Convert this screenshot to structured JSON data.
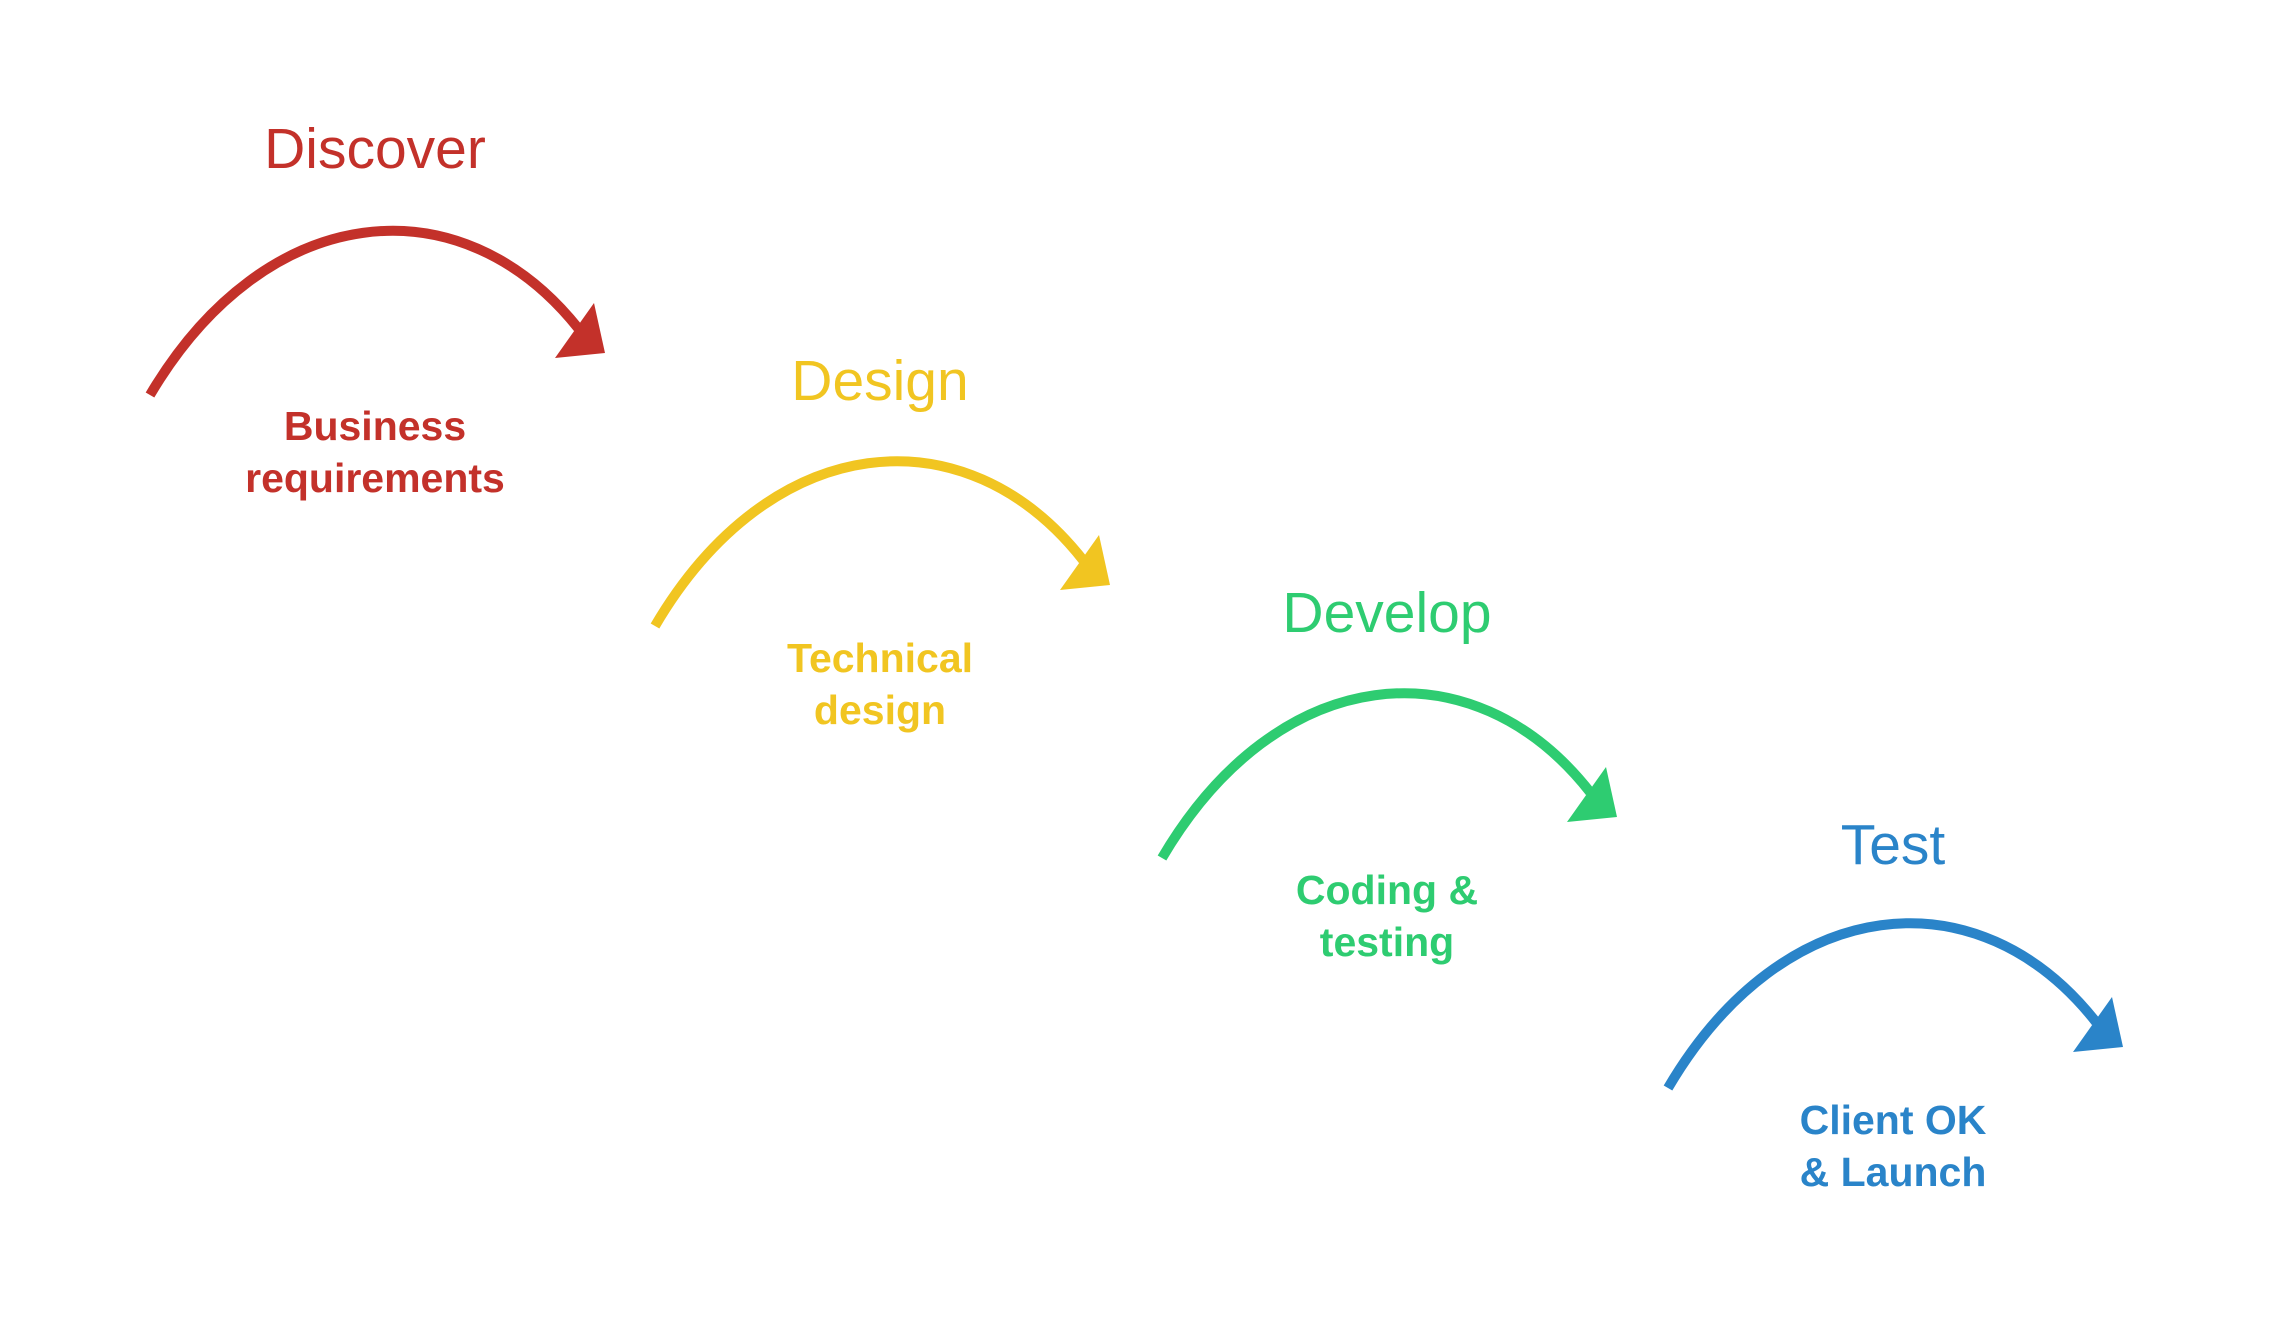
{
  "stages": [
    {
      "id": "discover",
      "title": "Discover",
      "subtitle_lines": [
        "Business",
        "requirements"
      ],
      "color": "#c3312a"
    },
    {
      "id": "design",
      "title": "Design",
      "subtitle_lines": [
        "Technical",
        "design"
      ],
      "color": "#f1c521"
    },
    {
      "id": "develop",
      "title": "Develop",
      "subtitle_lines": [
        "Coding &",
        "testing"
      ],
      "color": "#2ecc71"
    },
    {
      "id": "test",
      "title": "Test",
      "subtitle_lines": [
        "Client OK",
        "& Launch"
      ],
      "color": "#2a84c9"
    }
  ]
}
